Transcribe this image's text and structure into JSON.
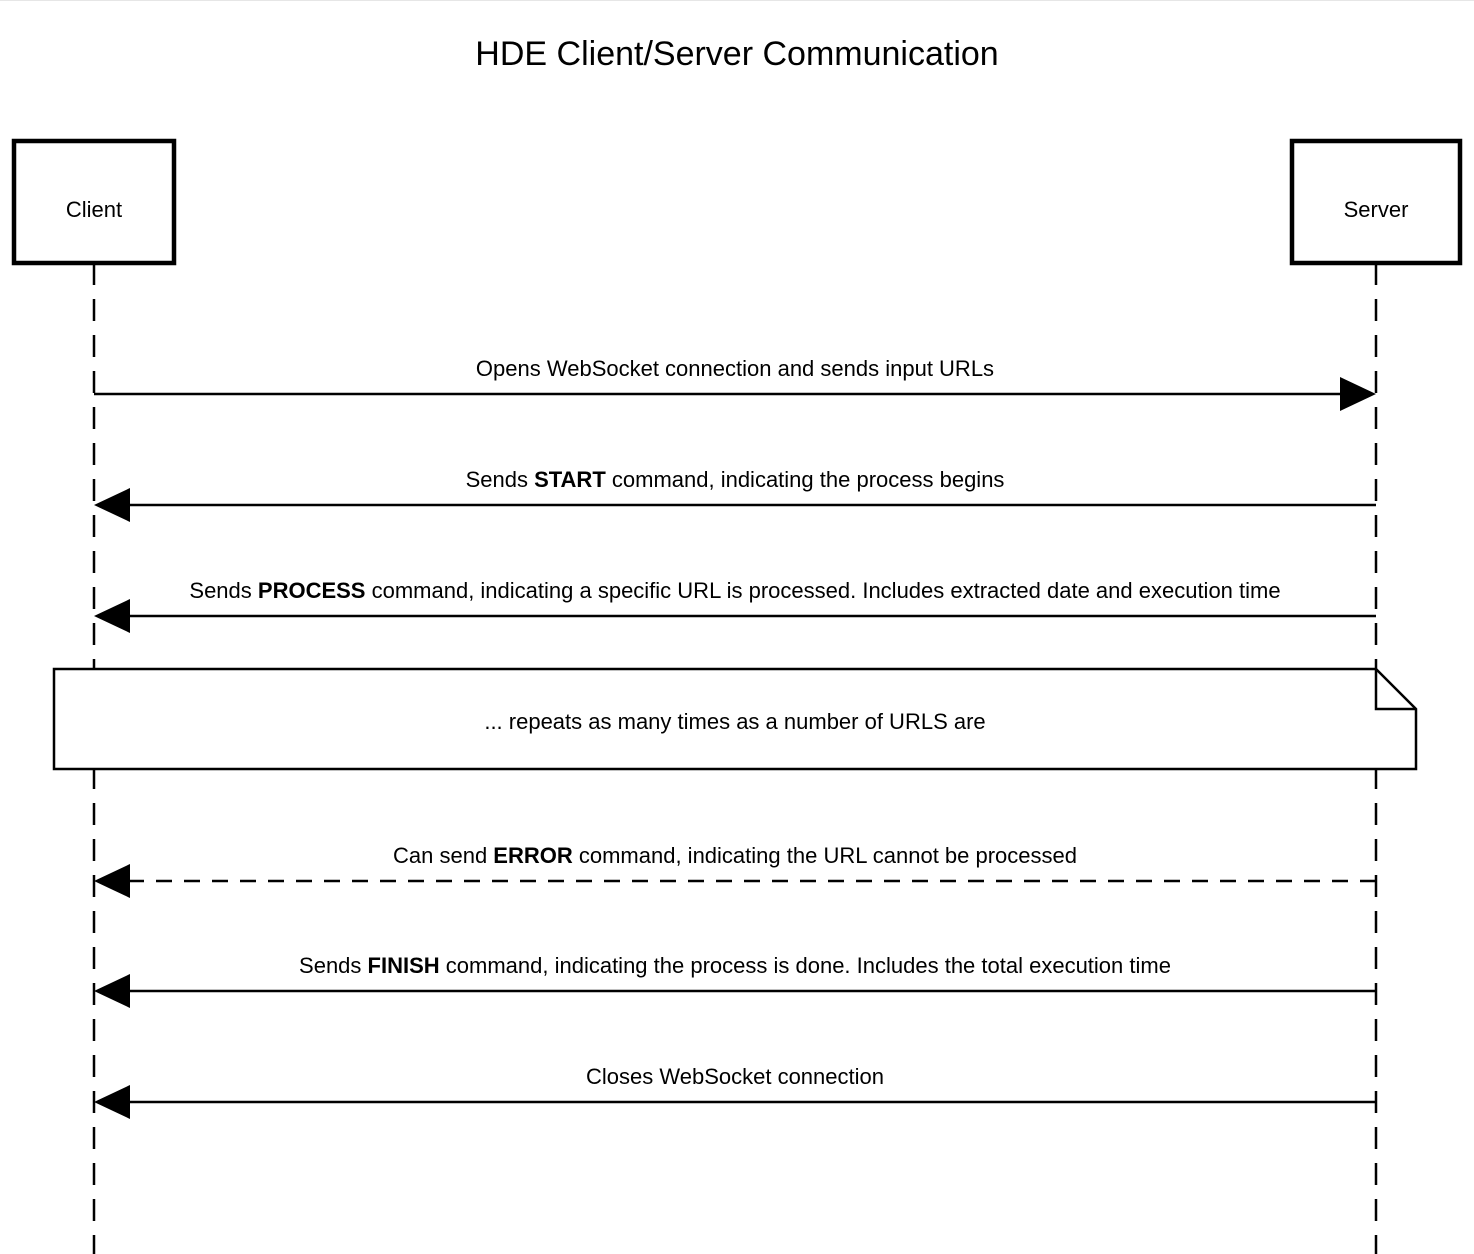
{
  "title": "HDE Client/Server Communication",
  "actors": {
    "client": "Client",
    "server": "Server"
  },
  "messages": [
    {
      "id": "open",
      "from": "client",
      "to": "server",
      "style": "solid",
      "parts": [
        {
          "text": "Opens WebSocket connection and sends input URLs",
          "bold": false
        }
      ]
    },
    {
      "id": "start",
      "from": "server",
      "to": "client",
      "style": "solid",
      "parts": [
        {
          "text": "Sends ",
          "bold": false
        },
        {
          "text": "START",
          "bold": true
        },
        {
          "text": " command, indicating the process begins",
          "bold": false
        }
      ]
    },
    {
      "id": "process",
      "from": "server",
      "to": "client",
      "style": "solid",
      "parts": [
        {
          "text": "Sends ",
          "bold": false
        },
        {
          "text": "PROCESS",
          "bold": true
        },
        {
          "text": " command, indicating a specific URL is processed. Includes extracted date and execution time",
          "bold": false
        }
      ]
    },
    {
      "id": "error",
      "from": "server",
      "to": "client",
      "style": "dashed",
      "parts": [
        {
          "text": "Can send ",
          "bold": false
        },
        {
          "text": "ERROR",
          "bold": true
        },
        {
          "text": " command, indicating the URL cannot be processed",
          "bold": false
        }
      ]
    },
    {
      "id": "finish",
      "from": "server",
      "to": "client",
      "style": "solid",
      "parts": [
        {
          "text": "Sends ",
          "bold": false
        },
        {
          "text": "FINISH",
          "bold": true
        },
        {
          "text": " command, indicating the process is done. Includes the total execution time",
          "bold": false
        }
      ]
    },
    {
      "id": "close",
      "from": "server",
      "to": "client",
      "style": "solid",
      "parts": [
        {
          "text": "Closes WebSocket connection",
          "bold": false
        }
      ]
    }
  ],
  "note": {
    "text": "... repeats as many times as a number of URLS are",
    "after_message": "process"
  }
}
